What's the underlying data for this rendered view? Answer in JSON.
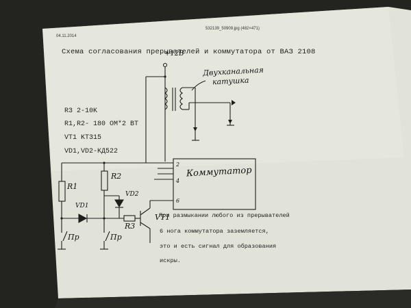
{
  "header": {
    "date": "04.11.2014",
    "filename": "532139_50909.jpg (482×471)"
  },
  "title": "Схема согласования прерывателей и коммутатора от ВАЗ 2108",
  "specs": [
    "R3 2-10K",
    "R1,R2- 180 ОМ*2 ВТ",
    "VT1 KT315",
    "VD1,VD2-КД522"
  ],
  "labels": {
    "supply": "+12В",
    "coil": [
      "Двухканальная",
      "катушка"
    ],
    "commutator": "Коммутатор",
    "pins": [
      "2",
      "4",
      "6"
    ],
    "r1": "R1",
    "r2": "R2",
    "r3": "R3",
    "vd1": "VD1",
    "vd2": "VD2",
    "vt1": "VT1",
    "breaker1": "Пр",
    "breaker2": "Пр"
  },
  "note": [
    "При размыкании любого из прерывателей",
    "6 нога коммутатора заземляется,",
    "это и есть сигнал для образования",
    "искры."
  ],
  "colors": {
    "paper": "#e6e7dd",
    "ink": "#1e1e1c",
    "background": "#232420"
  }
}
